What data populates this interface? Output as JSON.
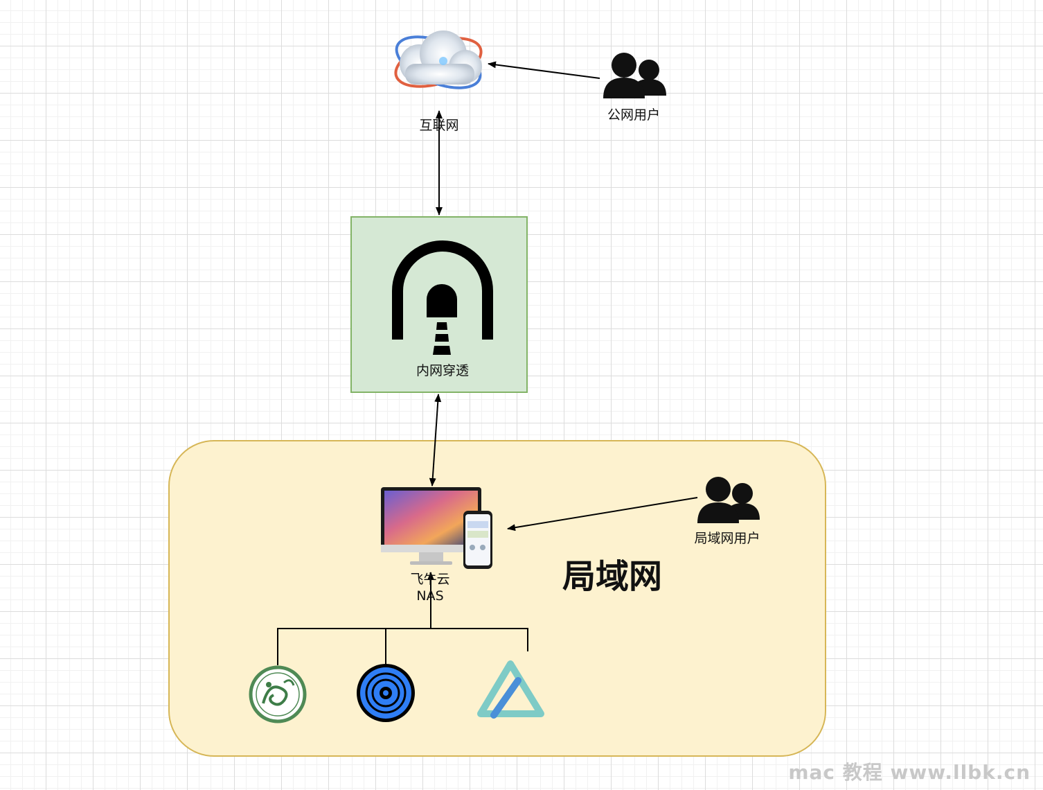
{
  "nodes": {
    "internet": {
      "label": "互联网"
    },
    "public_users": {
      "label": "公网用户"
    },
    "tunnel": {
      "label": "内网穿透"
    },
    "nas": {
      "label_line1": "飞牛云",
      "label_line2": "NAS"
    },
    "lan_users": {
      "label": "局域网用户"
    }
  },
  "zones": {
    "lan": {
      "label": "局域网"
    }
  },
  "apps": [
    {
      "icon": "dragon-seal-icon"
    },
    {
      "icon": "music-disc-icon"
    },
    {
      "icon": "a-triangle-logo-icon"
    }
  ],
  "watermark": "mac 教程 www.llbk.cn",
  "colors": {
    "lan_fill": "#fdf2cf",
    "lan_border": "#d6b656",
    "tunnel_fill": "#d5e8d4",
    "tunnel_border": "#82b366"
  }
}
